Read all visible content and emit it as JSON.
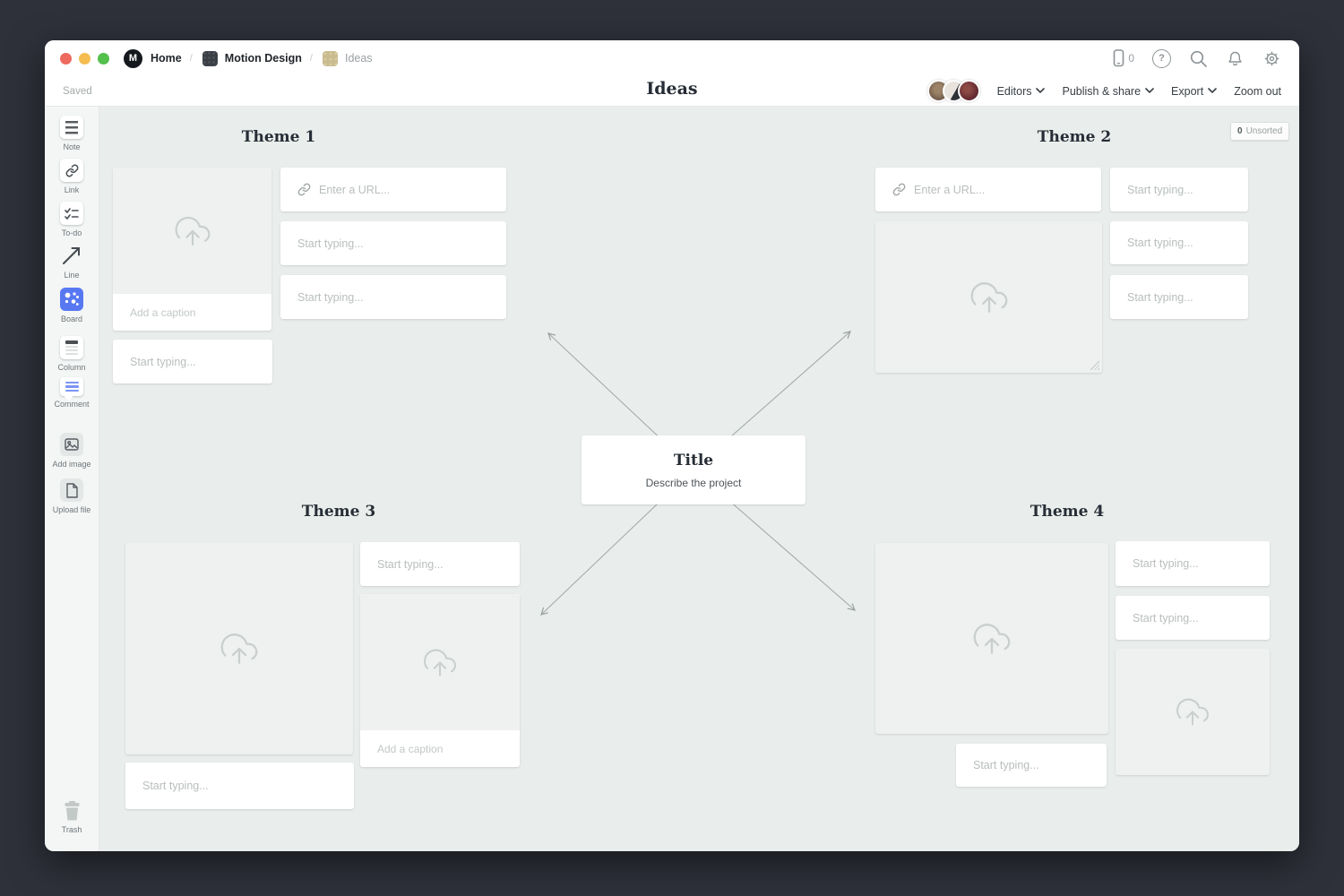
{
  "chrome": {
    "logo_letter": "M",
    "separator": "/",
    "breadcrumb": [
      {
        "label": "Home"
      },
      {
        "label": "Motion Design"
      },
      {
        "label": "Ideas"
      }
    ],
    "mobile_count": "0",
    "help_glyph": "?"
  },
  "toolbar": {
    "status": "Saved",
    "title": "Ideas",
    "editors": "Editors",
    "publish_share": "Publish & share",
    "export": "Export",
    "zoom_out": "Zoom out"
  },
  "sidebar": {
    "tools": [
      {
        "label": "Note"
      },
      {
        "label": "Link"
      },
      {
        "label": "To-do"
      },
      {
        "label": "Line"
      },
      {
        "label": "Board"
      },
      {
        "label": "Column"
      },
      {
        "label": "Comment"
      },
      {
        "label": "Add image"
      },
      {
        "label": "Upload file"
      }
    ],
    "trash": "Trash"
  },
  "canvas": {
    "themes": [
      "Theme 1",
      "Theme 2",
      "Theme 3",
      "Theme 4"
    ],
    "unsorted_count": "0",
    "unsorted_label": "Unsorted",
    "center": {
      "title": "Title",
      "subtitle": "Describe the project"
    },
    "url_placeholder": "Enter a URL...",
    "note_placeholder": "Start typing...",
    "caption_placeholder": "Add a caption"
  },
  "colors": {
    "accent_blue": "#5878f2",
    "frame_bg": "#2e313a",
    "canvas_bg": "#e9edeb",
    "placeholder_text": "#b8bebd"
  }
}
